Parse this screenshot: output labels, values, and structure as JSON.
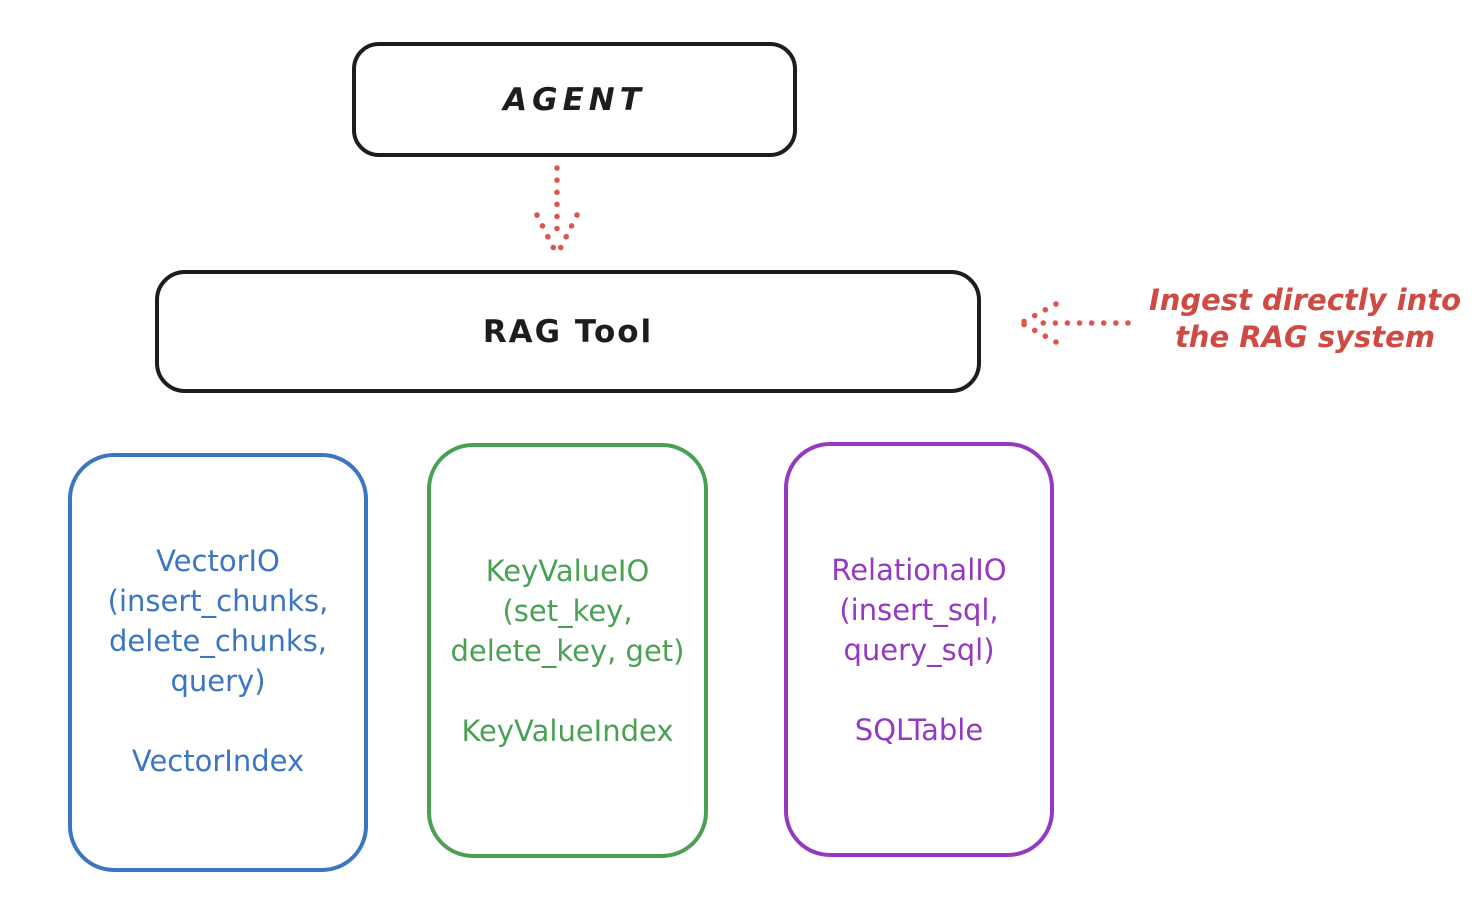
{
  "nodes": {
    "agent": {
      "label": "AGENT"
    },
    "rag_tool": {
      "label": "RAG Tool"
    }
  },
  "annotation": {
    "line1": "Ingest directly into",
    "line2": "the RAG system",
    "color": "#cf4a42"
  },
  "arrows": {
    "agent_to_ragtool": {
      "direction": "down",
      "style": "dotted",
      "color": "#dd554d"
    },
    "ingest_to_ragtool": {
      "direction": "left",
      "style": "dotted",
      "color": "#dd554d"
    }
  },
  "storage_boxes": [
    {
      "name": "vector-io",
      "accent": "#3b76c2",
      "lines": [
        "VectorIO",
        "(insert_chunks,",
        "delete_chunks,",
        "query)"
      ],
      "index_label": "VectorIndex"
    },
    {
      "name": "keyvalue-io",
      "accent": "#4aa154",
      "lines": [
        "KeyValueIO",
        "(set_key,",
        "delete_key, get)"
      ],
      "index_label": "KeyValueIndex"
    },
    {
      "name": "relational-io",
      "accent": "#9439c2",
      "lines": [
        "RelationalIO",
        "(insert_sql,",
        "query_sql)"
      ],
      "index_label": "SQLTable"
    }
  ],
  "colors": {
    "node_stroke": "#1d1d1d",
    "background": "#ffffff"
  }
}
